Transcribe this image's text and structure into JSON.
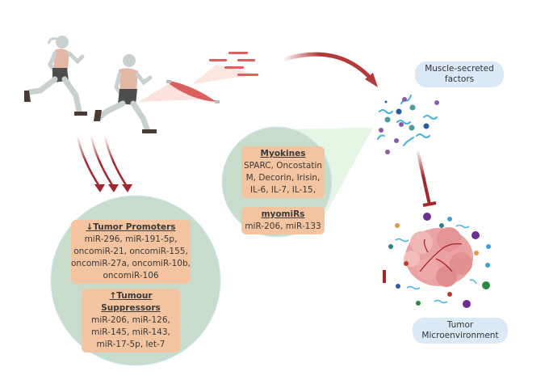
{
  "labels": {
    "muscle_secreted": [
      "Muscle-secreted",
      "factors"
    ],
    "tumor_env": [
      "Tumor",
      "Microenvironment"
    ]
  },
  "myokines_box": {
    "title": "Myokines",
    "lines": [
      "SPARC, Oncostatin",
      "M, Decorin, Irisin,",
      "IL-6, IL-7, IL-15,"
    ]
  },
  "myomirs_box": {
    "title": "myomiRs",
    "lines": [
      "miR-206, miR-133"
    ]
  },
  "promoters_box": {
    "title": "↓Tumor Promoters",
    "lines": [
      "miR-296, miR-191-5p,",
      "oncomiR-21, oncomiR-155,",
      "oncomiR-27a, oncomiR-10b,",
      "oncomiR-106"
    ]
  },
  "suppressors_box": {
    "title": "↑Tumour Suppressors",
    "lines": [
      "miR-206, miR-126,",
      "miR-145, miR-143,",
      "miR-17-5p, let-7"
    ]
  },
  "colors": {
    "arrow": "#a4262c",
    "circle": "#c8dccb",
    "box": "#f3c49f",
    "pill": "#dbe9f7",
    "tumor": "#e8a0a0"
  }
}
